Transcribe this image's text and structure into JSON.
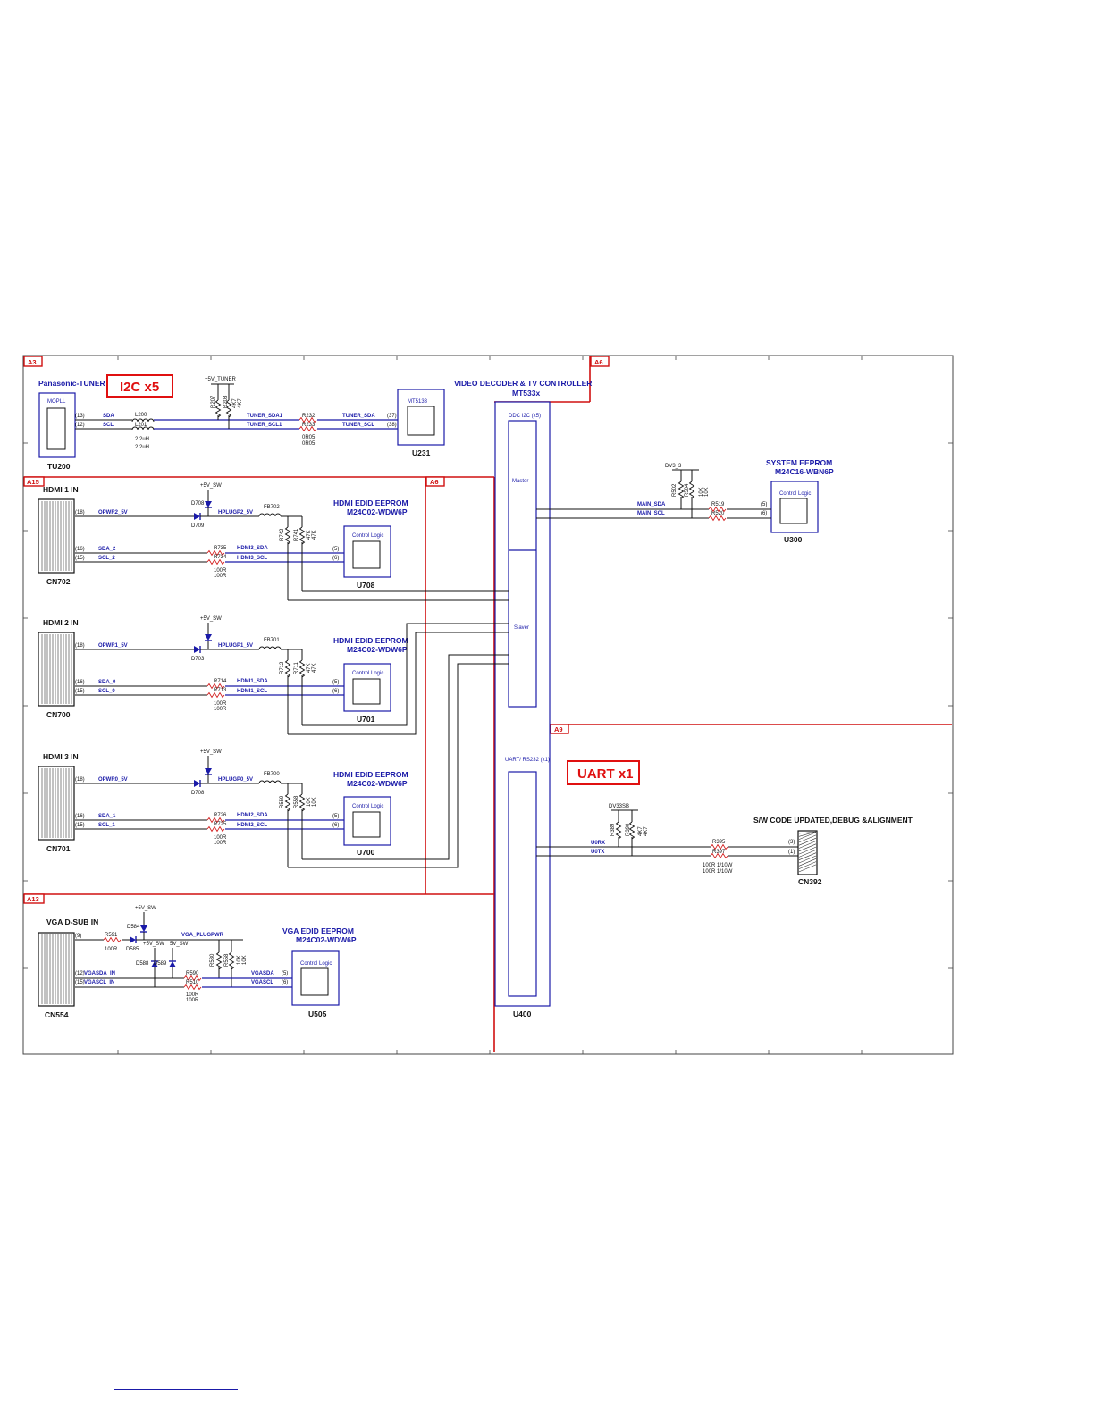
{
  "sections": {
    "a3": "A3",
    "a6_top": "A6",
    "a15": "A15",
    "a6_mid": "A6",
    "a9": "A9",
    "a13": "A13"
  },
  "callouts": {
    "i2c": "I2C x5",
    "uart": "UART x1"
  },
  "tuner": {
    "title": "Panasonic-TUNER",
    "chip": "MOPLL",
    "ref": "TU200",
    "pin_sda": "(13)",
    "pin_scl": "(12)",
    "sda": "SDA",
    "scl": "SCL",
    "l1": "L200",
    "l2": "L201",
    "l_val1": "2.2uH",
    "l_val2": "2.2uH",
    "supply": "+5V_TUNER",
    "r1": "R207",
    "r2": "R208",
    "rv1": "4K7",
    "rv2": "4K7",
    "net_sda": "TUNER_SDA1",
    "net_scl": "TUNER_SCL1",
    "r3": "R232",
    "r4": "R233",
    "rv3": "0R05",
    "rv4": "0R05",
    "net_sda2": "TUNER_SDA",
    "net_scl2": "TUNER_SCL",
    "pin37": "(37)",
    "pin38": "(38)",
    "dem_chip": "MT5133",
    "dem_ref": "U231"
  },
  "controller": {
    "title": "VIDEO DECODER & TV CONTROLLER",
    "part": "MT533x",
    "ddc": "DDC I2C (x5)",
    "master": "Master",
    "slaver": "Slaver",
    "uart": "UART/ RS232 (x1)",
    "ref": "U400"
  },
  "system_eeprom": {
    "title": "SYSTEM EEPROM",
    "part": "M24C16-WBN6P",
    "logic": "Control Logic",
    "ref": "U300",
    "supply": "DV3_3",
    "r1": "R502",
    "r2": "R504",
    "rv1": "10K",
    "rv2": "10K",
    "sda": "MAIN_SDA",
    "scl": "MAIN_SCL",
    "r3": "R519",
    "r4": "R520",
    "pin5": "(5)",
    "pin6": "(6)"
  },
  "hdmi": [
    {
      "title": "HDMI 1 IN",
      "conn": "CN702",
      "supply": "+5V_SW",
      "d1": "D708",
      "d2": "D709",
      "pin18": "(18)",
      "pwr": "OPWR2_5V",
      "plug": "HPLUGP2_5V",
      "fb": "FB702",
      "pin16": "(16)",
      "pin15": "(15)",
      "sda": "SDA_2",
      "scl": "SCL_2",
      "r1": "R735",
      "r2": "R734",
      "rv": "100R",
      "rv2": "100R",
      "net_sda": "HDMI3_SDA",
      "net_scl": "HDMI3_SCL",
      "rp1": "R742",
      "rp2": "R741",
      "rpv1": "47K",
      "rpv2": "47K",
      "eeprom_title": "HDMI EDID EEPROM",
      "eeprom_part": "M24C02-WDW6P",
      "logic": "Control Logic",
      "pin5": "(5)",
      "pin6": "(6)",
      "ref": "U708"
    },
    {
      "title": "HDMI 2 IN",
      "conn": "CN700",
      "supply": "+5V_SW",
      "d1": "D703",
      "d2": "",
      "pin18": "(18)",
      "pwr": "OPWR1_5V",
      "plug": "HPLUGP1_5V",
      "fb": "FB701",
      "pin16": "(16)",
      "pin15": "(15)",
      "sda": "SDA_0",
      "scl": "SCL_0",
      "r1": "R714",
      "r2": "R713",
      "rv": "100R",
      "rv2": "100R",
      "net_sda": "HDMI1_SDA",
      "net_scl": "HDMI1_SCL",
      "rp1": "R712",
      "rp2": "R711",
      "rpv1": "47K",
      "rpv2": "47K",
      "eeprom_title": "HDMI EDID EEPROM",
      "eeprom_part": "M24C02-WDW6P",
      "logic": "Control Logic",
      "pin5": "(5)",
      "pin6": "(6)",
      "ref": "U701"
    },
    {
      "title": "HDMI 3 IN",
      "conn": "CN701",
      "supply": "+5V_SW",
      "d1": "D708",
      "d2": "",
      "pin18": "(18)",
      "pwr": "OPWR0_5V",
      "plug": "HPLUGP0_5V",
      "fb": "FB700",
      "pin16": "(16)",
      "pin15": "(15)",
      "sda": "SDA_1",
      "scl": "SCL_1",
      "r1": "R726",
      "r2": "R725",
      "rv": "100R",
      "rv2": "100R",
      "net_sda": "HDMI2_SDA",
      "net_scl": "HDMI2_SCL",
      "rp1": "R559",
      "rp2": "R558",
      "rpv1": "10K",
      "rpv2": "10K",
      "eeprom_title": "HDMI EDID EEPROM",
      "eeprom_part": "M24C02-WDW6P",
      "logic": "Control Logic",
      "pin5": "(5)",
      "pin6": "(6)",
      "ref": "U700"
    }
  ],
  "uart": {
    "supply": "DV33SB",
    "r1": "R389",
    "r2": "R390",
    "rv1": "4K7",
    "rv2": "4K7",
    "rx": "U0RX",
    "tx": "U0TX",
    "r3": "R395",
    "r4": "R397",
    "rv3": "100R 1/10W",
    "rv4": "100R 1/10W",
    "title": "S/W CODE UPDATED,DEBUG &ALIGNMENT",
    "pin3": "(3)",
    "pin1": "(1)",
    "ref": "CN392"
  },
  "vga": {
    "title": "VGA D-SUB IN",
    "conn": "CN554",
    "pin9": "(9)",
    "pin12": "(12)",
    "pin15": "(15)",
    "sda_in": "VGASDA_IN",
    "scl_in": "VGASCL_IN",
    "supply": "+5V_SW",
    "supply2": "+5V_SW",
    "supply3": "5V_SW",
    "r1": "R591",
    "rv1": "100R",
    "d1": "D584",
    "d2": "D585",
    "d3": "D588",
    "d4": "D589",
    "plug": "VGA_PLUGPWR",
    "rp1": "R580",
    "rp2": "R558",
    "rpv1": "10K",
    "rpv2": "10K",
    "r2": "R590",
    "r3": "R510",
    "rv2": "100R",
    "rv3": "100R",
    "sda": "VGASDA",
    "scl": "VGASCL",
    "pin5": "(5)",
    "pin6": "(6)",
    "eeprom_title": "VGA EDID EEPROM",
    "eeprom_part": "M24C02-WDW6P",
    "logic": "Control Logic",
    "ref": "U505"
  }
}
